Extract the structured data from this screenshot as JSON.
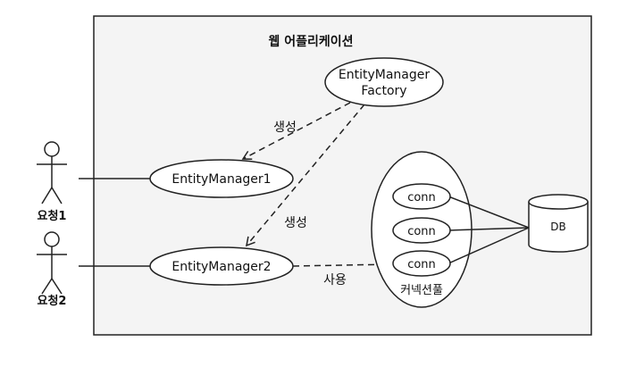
{
  "diagram": {
    "container_title": "웹 어플리케이션",
    "actors": [
      {
        "label": "요청1"
      },
      {
        "label": "요청2"
      }
    ],
    "nodes": {
      "emf_line1": "EntityManager",
      "emf_line2": "Factory",
      "em1": "EntityManager1",
      "em2": "EntityManager2",
      "conn1": "conn",
      "conn2": "conn",
      "conn3": "conn",
      "pool_label": "커넥션풀",
      "db": "DB"
    },
    "edges": {
      "create1": "생성",
      "create2": "생성",
      "use": "사용"
    }
  }
}
